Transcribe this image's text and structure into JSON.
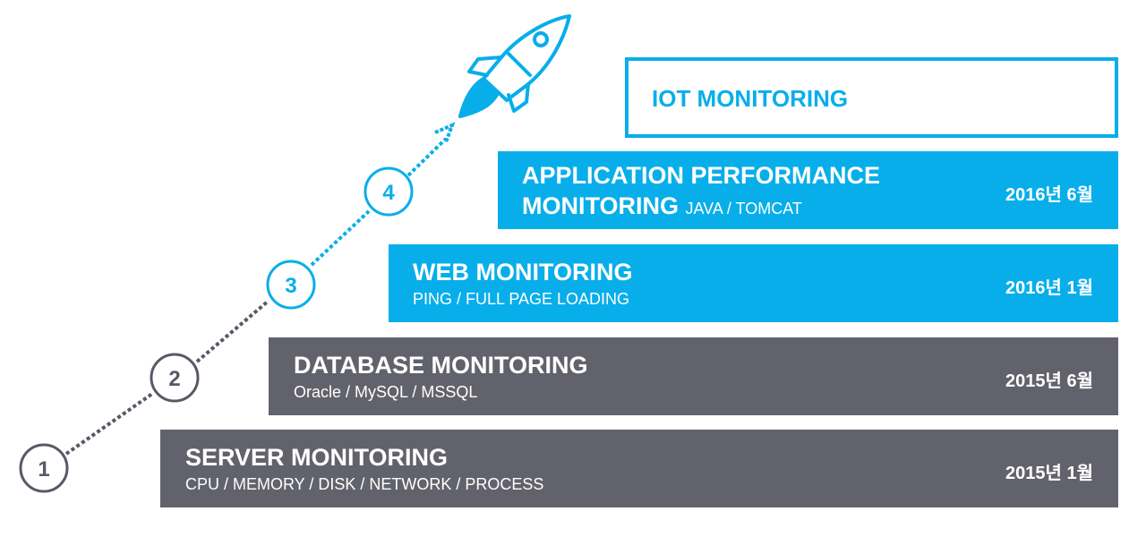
{
  "steps": [
    {
      "id": "iot",
      "title": "IOT MONITORING",
      "sub": "",
      "date": ""
    },
    {
      "id": "apm",
      "title_line1": "APPLICATION PERFORMANCE",
      "title_line2": "MONITORING",
      "sub": "JAVA / TOMCAT",
      "date": "2016년 6월"
    },
    {
      "id": "web",
      "title": "WEB MONITORING",
      "sub": "PING / FULL PAGE LOADING",
      "date": "2016년 1월"
    },
    {
      "id": "db",
      "title": "DATABASE MONITORING",
      "sub": "Oracle / MySQL / MSSQL",
      "date": "2015년 6월"
    },
    {
      "id": "server",
      "title": "SERVER MONITORING",
      "sub": "CPU / MEMORY / DISK / NETWORK / PROCESS",
      "date": "2015년 1월"
    }
  ],
  "markers": [
    "1",
    "2",
    "3",
    "4"
  ],
  "colors": {
    "blue": "#08aeea",
    "gray": "#62626c",
    "marker_gray": "#555a66"
  },
  "icons": {
    "rocket": "rocket-icon",
    "arrow": "dotted-arrow"
  }
}
